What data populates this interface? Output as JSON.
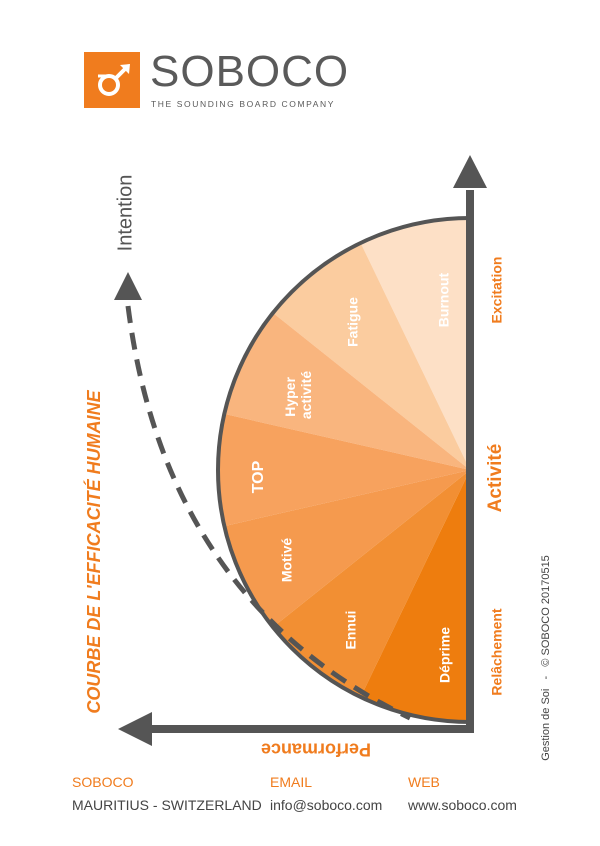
{
  "brand": {
    "name": "SOBOCO",
    "tagline": "THE SOUNDING BOARD COMPANY",
    "accent_color": "#f07c1e",
    "gray_color": "#5a5a5a"
  },
  "diagram": {
    "title": "COURBE DE L'EFFICACITÉ HUMAINE",
    "y_axis_label": "Intention",
    "x_axis_label": "Performance",
    "activity_label": "Activité",
    "sections": {
      "top": "Excitation",
      "bottom": "Relâchement"
    },
    "slices": [
      {
        "label": "Burnout",
        "color": "#fde0c6"
      },
      {
        "label": "Fatigue",
        "color": "#fbcc9f"
      },
      {
        "label": "Hyper activité",
        "color": "#f9b57e"
      },
      {
        "label": "TOP",
        "color": "#f7a25e"
      },
      {
        "label": "Motivé",
        "color": "#f59a4e"
      },
      {
        "label": "Ennui",
        "color": "#f28f33"
      },
      {
        "label": "Déprime",
        "color": "#ee7d0e"
      }
    ],
    "side_note": "Gestion de Soi   -   © SOBOCO 20170515"
  },
  "footer": {
    "company_heading": "SOBOCO",
    "company_value": "MAURITIUS - SWITZERLAND",
    "email_heading": "EMAIL",
    "email_value": "info@soboco.com",
    "web_heading": "WEB",
    "web_value": "www.soboco.com"
  }
}
